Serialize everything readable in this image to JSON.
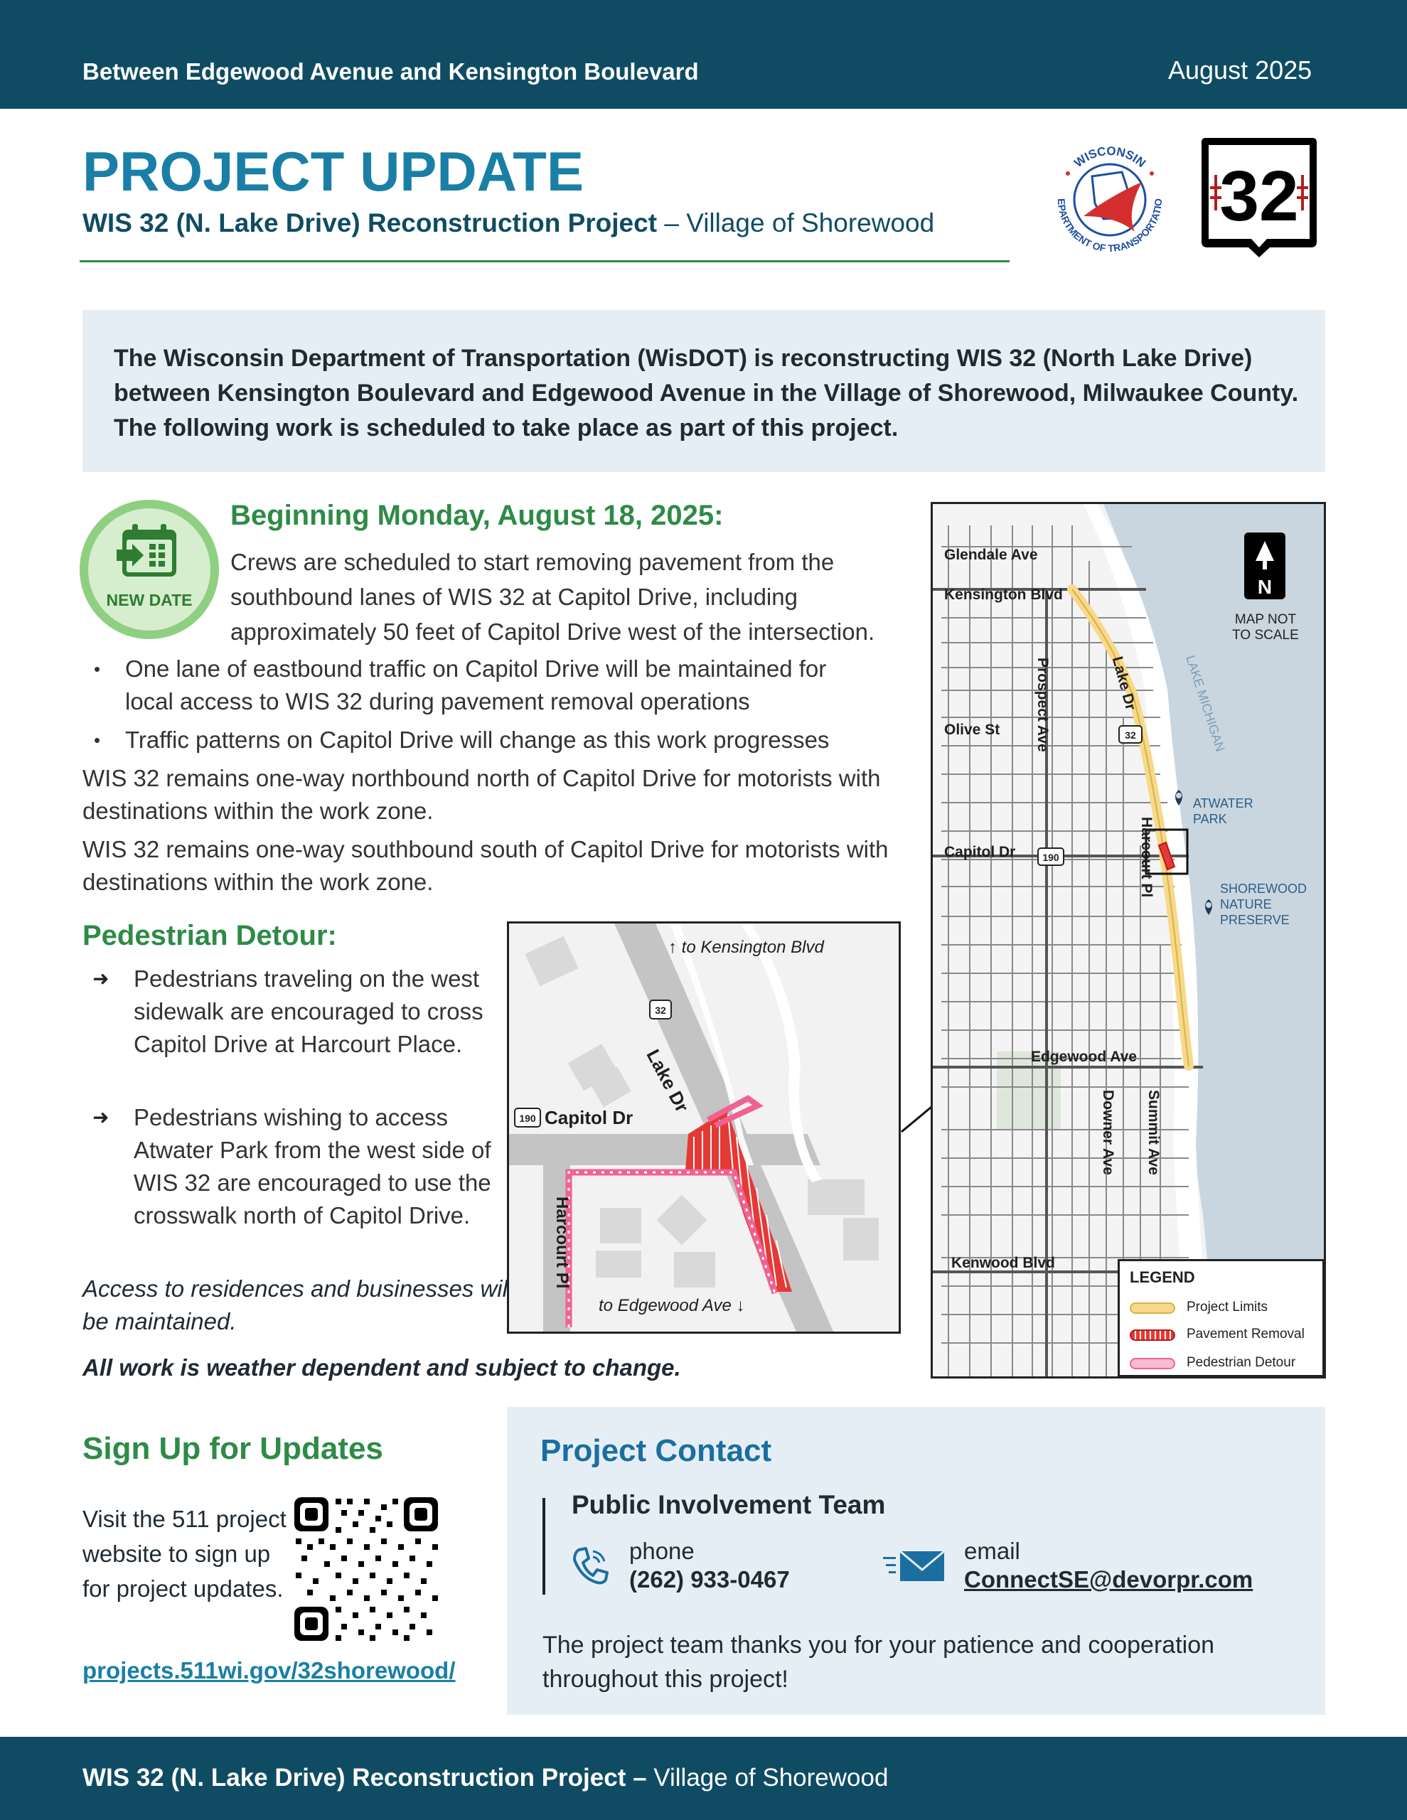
{
  "header": {
    "segment": "Between Edgewood Avenue and Kensington Boulevard",
    "date": "August 2025",
    "title": "PROJECT UPDATE",
    "subtitle_bold": "WIS 32 (N. Lake Drive) Reconstruction Project",
    "subtitle_sep": " – ",
    "subtitle_place": "Village of Shorewood"
  },
  "logos": {
    "dot_top": "WISCONSIN",
    "dot_ring": "DEPARTMENT OF TRANSPORTATION",
    "shield_number": "32"
  },
  "intro": "The Wisconsin Department of Transportation (WisDOT) is reconstructing WIS 32  (North Lake Drive) between Kensington Boulevard and Edgewood Avenue in the Village of Shorewood, Milwaukee County. The following work is scheduled to take place as part of this project.",
  "badge": {
    "label": "NEW DATE"
  },
  "beginning": {
    "heading": "Beginning Monday, August 18, 2025:",
    "text": "Crews are scheduled to start removing pavement from the southbound lanes of WIS 32 at Capitol Drive, including approximately 50 feet of Capitol Drive west of the intersection.",
    "bullets": [
      "One lane of eastbound traffic on Capitol Drive will be maintained for local access to WIS 32 during pavement removal operations",
      "Traffic patterns on Capitol Drive will change as this work progresses"
    ],
    "northbound": "WIS 32 remains one-way northbound north of Capitol Drive for motorists with destinations within the work zone.",
    "southbound": "WIS 32 remains one-way southbound south of Capitol Drive for motorists with destinations within the work zone."
  },
  "pedestrian": {
    "heading": "Pedestrian Detour:",
    "items": [
      "Pedestrians traveling on the west sidewalk are encouraged to cross Capitol Drive at Harcourt Place.",
      "Pedestrians wishing to access Atwater Park from the west side of WIS 32 are encouraged to use the crosswalk north of Capitol Drive."
    ],
    "access": "Access to residences and businesses will be maintained.",
    "weather": "All work is weather dependent and subject to change."
  },
  "detail_map": {
    "to_north": "to Kensington Blvd",
    "to_south": "to Edgewood Ave",
    "lake_dr": "Lake Dr",
    "capitol_dr": "Capitol Dr",
    "harcourt_pl": "Harcourt Pl",
    "shield_32": "32",
    "shield_190": "190"
  },
  "overview_map": {
    "streets": {
      "glendale": "Glendale Ave",
      "kensington": "Kensington Blvd",
      "olive": "Olive St",
      "capitol": "Capitol Dr",
      "edgewood": "Edgewood Ave",
      "kenwood": "Kenwood Blvd",
      "prospect": "Prospect Ave",
      "lake": "Lake Dr",
      "harcourt": "Harcourt Pl",
      "downer": "Downer Ave",
      "summit": "Summit Ave"
    },
    "shield_32": "32",
    "shield_190": "190",
    "lake": "LAKE MICHIGAN",
    "atwater": "ATWATER PARK",
    "nature": "SHOREWOOD NATURE PRESERVE",
    "north_letter": "N",
    "scale_note": "MAP NOT TO SCALE"
  },
  "legend": {
    "title": "LEGEND",
    "items": [
      "Project Limits",
      "Pavement Removal",
      "Pedestrian Detour"
    ]
  },
  "signup": {
    "heading": "Sign Up for Updates",
    "text": "Visit the 511 project website to sign up for project updates.",
    "link": "projects.511wi.gov/32shorewood/"
  },
  "contact": {
    "heading": "Project Contact",
    "team": "Public Involvement Team",
    "phone_label": "phone",
    "phone": "(262) 933-0467",
    "email_label": "email",
    "email": "ConnectSE@devorpr.com",
    "thanks": "The project team thanks you for your patience and cooperation throughout this project!"
  },
  "footer": {
    "bold": "WIS 32 (N. Lake Drive) Reconstruction Project –",
    "place": " Village of Shorewood"
  },
  "colors": {
    "navy": "#0f4c63",
    "blue": "#1a7fa6",
    "green": "#2e8b46",
    "light_panel": "#e6eef5",
    "removal_red": "#e53935",
    "detour_pink": "#f06292",
    "limits_yellow": "#f7d98a"
  }
}
